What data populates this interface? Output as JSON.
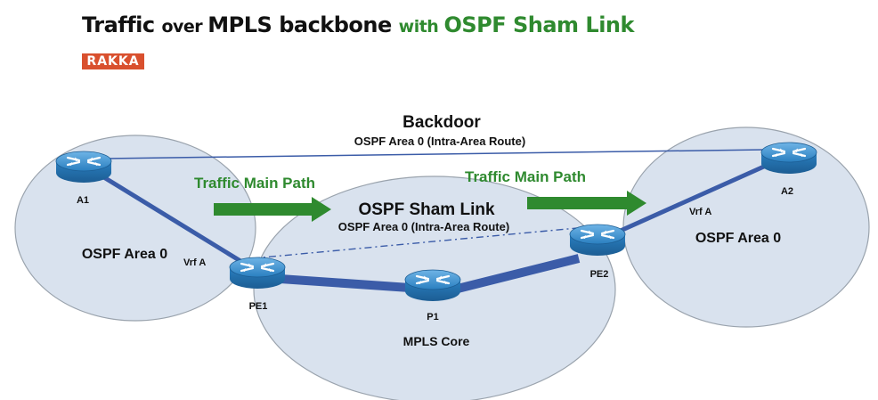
{
  "title": {
    "part1": "Traffic ",
    "part2": "over ",
    "part3": "MPLS backbone ",
    "part4": "with ",
    "part5": "OSPF Sham Link"
  },
  "logo": {
    "text": "RAKKA"
  },
  "labels": {
    "backdoor": "Backdoor",
    "backdoor_sub": "OSPF Area 0 (Intra-Area  Route)",
    "traffic_left": "Traffic Main Path",
    "traffic_right": "Traffic Main Path",
    "sham_link": "OSPF Sham Link",
    "sham_link_sub": "OSPF Area 0 (Intra-Area  Route)",
    "area_left": "OSPF Area 0",
    "area_right": "OSPF Area 0",
    "mpls_core": "MPLS Core",
    "vrf_left": "Vrf A",
    "vrf_right": "Vrf A"
  },
  "routers": {
    "a1": "A1",
    "a2": "A2",
    "pe1": "PE1",
    "pe2": "PE2",
    "p1": "P1"
  },
  "colors": {
    "area_fill": "#d9e2ee",
    "area_stroke": "#9aa3ad",
    "link_thick": "#3b5ca8",
    "link_thin": "#3b5ca8",
    "router_blue": "#2a7fc0",
    "traffic_green": "#2f8a2f"
  }
}
